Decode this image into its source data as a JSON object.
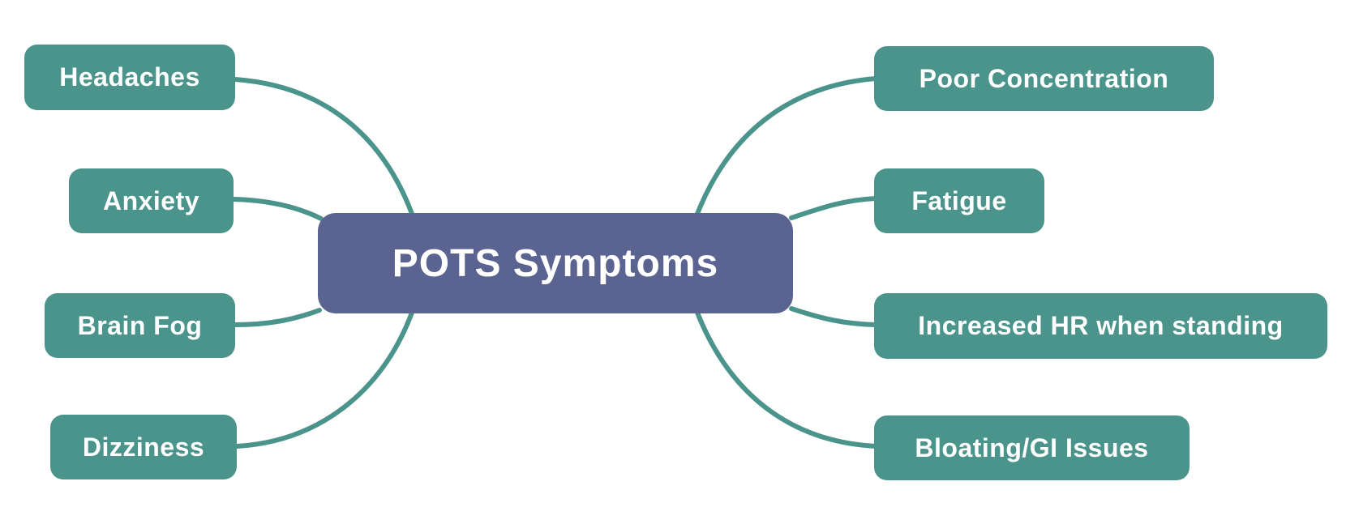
{
  "diagram": {
    "type": "mindmap",
    "root": {
      "label": "POTS Symptoms"
    },
    "left_nodes": [
      {
        "label": "Headaches"
      },
      {
        "label": "Anxiety"
      },
      {
        "label": "Brain Fog"
      },
      {
        "label": "Dizziness"
      }
    ],
    "right_nodes": [
      {
        "label": "Poor Concentration"
      },
      {
        "label": "Fatigue"
      },
      {
        "label": "Increased HR when standing"
      },
      {
        "label": "Bloating/GI Issues"
      }
    ],
    "edges": [
      {
        "from": "POTS Symptoms",
        "to": "Headaches"
      },
      {
        "from": "POTS Symptoms",
        "to": "Anxiety"
      },
      {
        "from": "POTS Symptoms",
        "to": "Brain Fog"
      },
      {
        "from": "POTS Symptoms",
        "to": "Dizziness"
      },
      {
        "from": "POTS Symptoms",
        "to": "Poor Concentration"
      },
      {
        "from": "POTS Symptoms",
        "to": "Fatigue"
      },
      {
        "from": "POTS Symptoms",
        "to": "Increased HR when standing"
      },
      {
        "from": "POTS Symptoms",
        "to": "Bloating/GI Issues"
      }
    ],
    "colors": {
      "root_fill": "#5B6491",
      "node_fill": "#4A948C",
      "connector": "#4A948C",
      "text": "#FFFFFF",
      "background": "#FFFFFF"
    }
  }
}
